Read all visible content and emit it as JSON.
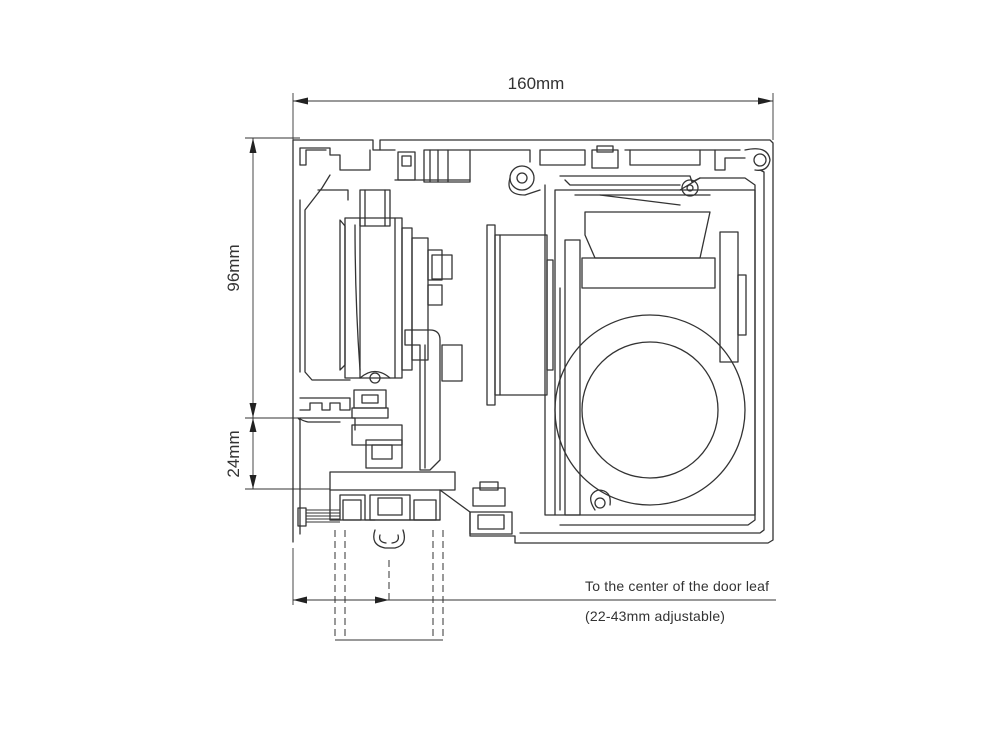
{
  "dimensions": {
    "width_label": "160mm",
    "height_label": "96mm",
    "lower_height_label": "24mm"
  },
  "note": {
    "line1": "To the center of the door leaf",
    "line2": "(22-43mm adjustable)"
  },
  "colors": {
    "line": "#333333",
    "background": "#ffffff"
  }
}
